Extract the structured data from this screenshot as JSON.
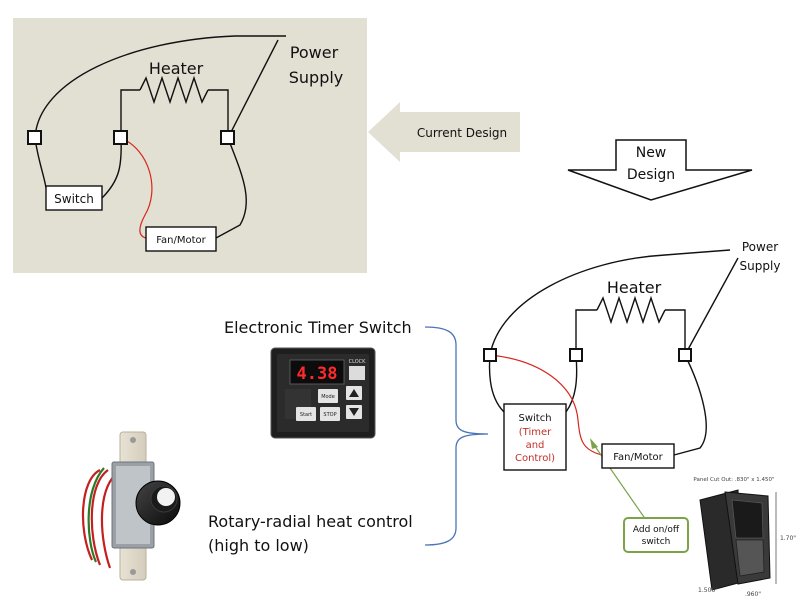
{
  "current": {
    "heater_label": "Heater",
    "power_supply_line1": "Power",
    "power_supply_line2": "Supply",
    "switch_label": "Switch",
    "fan_motor_label": "Fan/Motor",
    "arrow_label": "Current Design"
  },
  "new_design_arrow": {
    "line1": "New",
    "line2": "Design"
  },
  "new": {
    "heater_label": "Heater",
    "power_supply_line1": "Power",
    "power_supply_line2": "Supply",
    "switch_line1": "Switch",
    "switch_line2": "(Timer",
    "switch_line3": "and",
    "switch_line4": "Control)",
    "fan_motor_label": "Fan/Motor",
    "add_switch_line1": "Add on/off",
    "add_switch_line2": "switch"
  },
  "options": {
    "timer_label": "Electronic Timer Switch",
    "rotary_line1": "Rotary-radial heat control",
    "rotary_line2": "(high to low)"
  },
  "timer_device": {
    "display": "4.38",
    "brand": "CLOCK",
    "btn_mode": "Mode",
    "btn_start": "Start",
    "btn_stop": "STOP"
  },
  "rocker": {
    "panel_cut_out": "Panel Cut Out: .830\" x 1.450\"",
    "dim_height": "1.70\"",
    "dim_width": ".960\"",
    "dim_depth": "1.506\""
  }
}
